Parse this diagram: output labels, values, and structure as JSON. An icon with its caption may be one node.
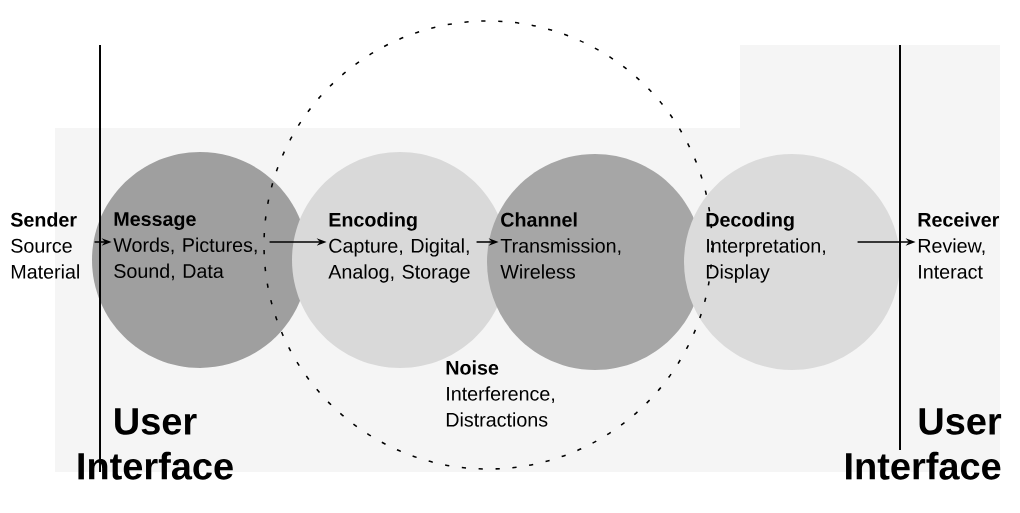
{
  "diagram": {
    "nodes": [
      {
        "text": [
          "Sender",
          "Source Material"
        ]
      },
      {
        "text": [
          "Message",
          "Words, Pictures, Sound, Data"
        ]
      },
      {
        "text": [
          "Encoding",
          "Capture, Digital, Analog, Storage"
        ]
      },
      {
        "text": [
          "Channel",
          "Transmission, Wireless"
        ]
      },
      {
        "text": [
          "Decoding",
          "Interpretation, Display"
        ]
      },
      {
        "text": [
          "Receiver",
          "Review, Interact"
        ]
      },
      {
        "text": [
          "Noise",
          "Interference, Distractions"
        ]
      }
    ],
    "edges": [
      {
        "from": 0,
        "to": 1,
        "arrow": "to"
      },
      {
        "from": 1,
        "to": 2,
        "arrow": "to"
      },
      {
        "from": 2,
        "to": 3,
        "arrow": "to"
      },
      {
        "from": 4,
        "to": 5,
        "arrow": "to"
      }
    ],
    "labels": [
      "User Interface",
      "User Interface"
    ]
  }
}
